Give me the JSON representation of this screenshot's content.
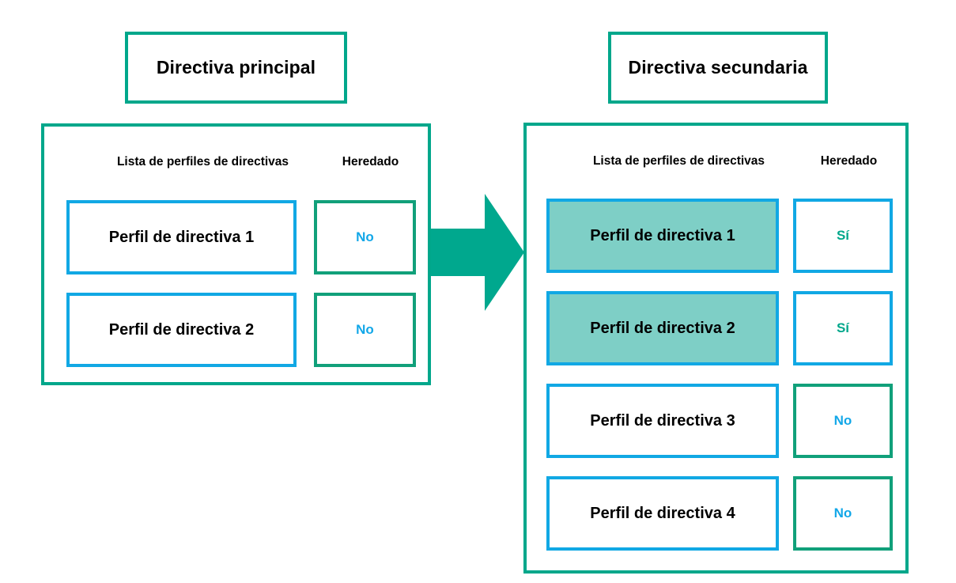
{
  "colors": {
    "teal": "#00a78b",
    "teal_dark": "#11a07a",
    "blue": "#11a8e4",
    "highlight_fill": "#7ecfc6",
    "text": "#000000",
    "arrow": "#00a88e"
  },
  "arrow": {
    "icon": "arrow-right-icon",
    "direction": "right"
  },
  "primary": {
    "title": "Directiva principal",
    "headers": {
      "list": "Lista de perfiles de directivas",
      "inherited": "Heredado"
    },
    "rows": [
      {
        "profile": "Perfil de directiva 1",
        "inherited": "No",
        "highlighted": false,
        "inherited_border": "teal"
      },
      {
        "profile": "Perfil de directiva 2",
        "inherited": "No",
        "highlighted": false,
        "inherited_border": "teal"
      }
    ]
  },
  "secondary": {
    "title": "Directiva secundaria",
    "headers": {
      "list": "Lista de perfiles de directivas",
      "inherited": "Heredado"
    },
    "rows": [
      {
        "profile": "Perfil de directiva 1",
        "inherited": "Sí",
        "highlighted": true,
        "inherited_border": "blue"
      },
      {
        "profile": "Perfil de directiva 2",
        "inherited": "Sí",
        "highlighted": true,
        "inherited_border": "blue"
      },
      {
        "profile": "Perfil de directiva 3",
        "inherited": "No",
        "highlighted": false,
        "inherited_border": "teal"
      },
      {
        "profile": "Perfil de directiva 4",
        "inherited": "No",
        "highlighted": false,
        "inherited_border": "teal"
      }
    ]
  }
}
